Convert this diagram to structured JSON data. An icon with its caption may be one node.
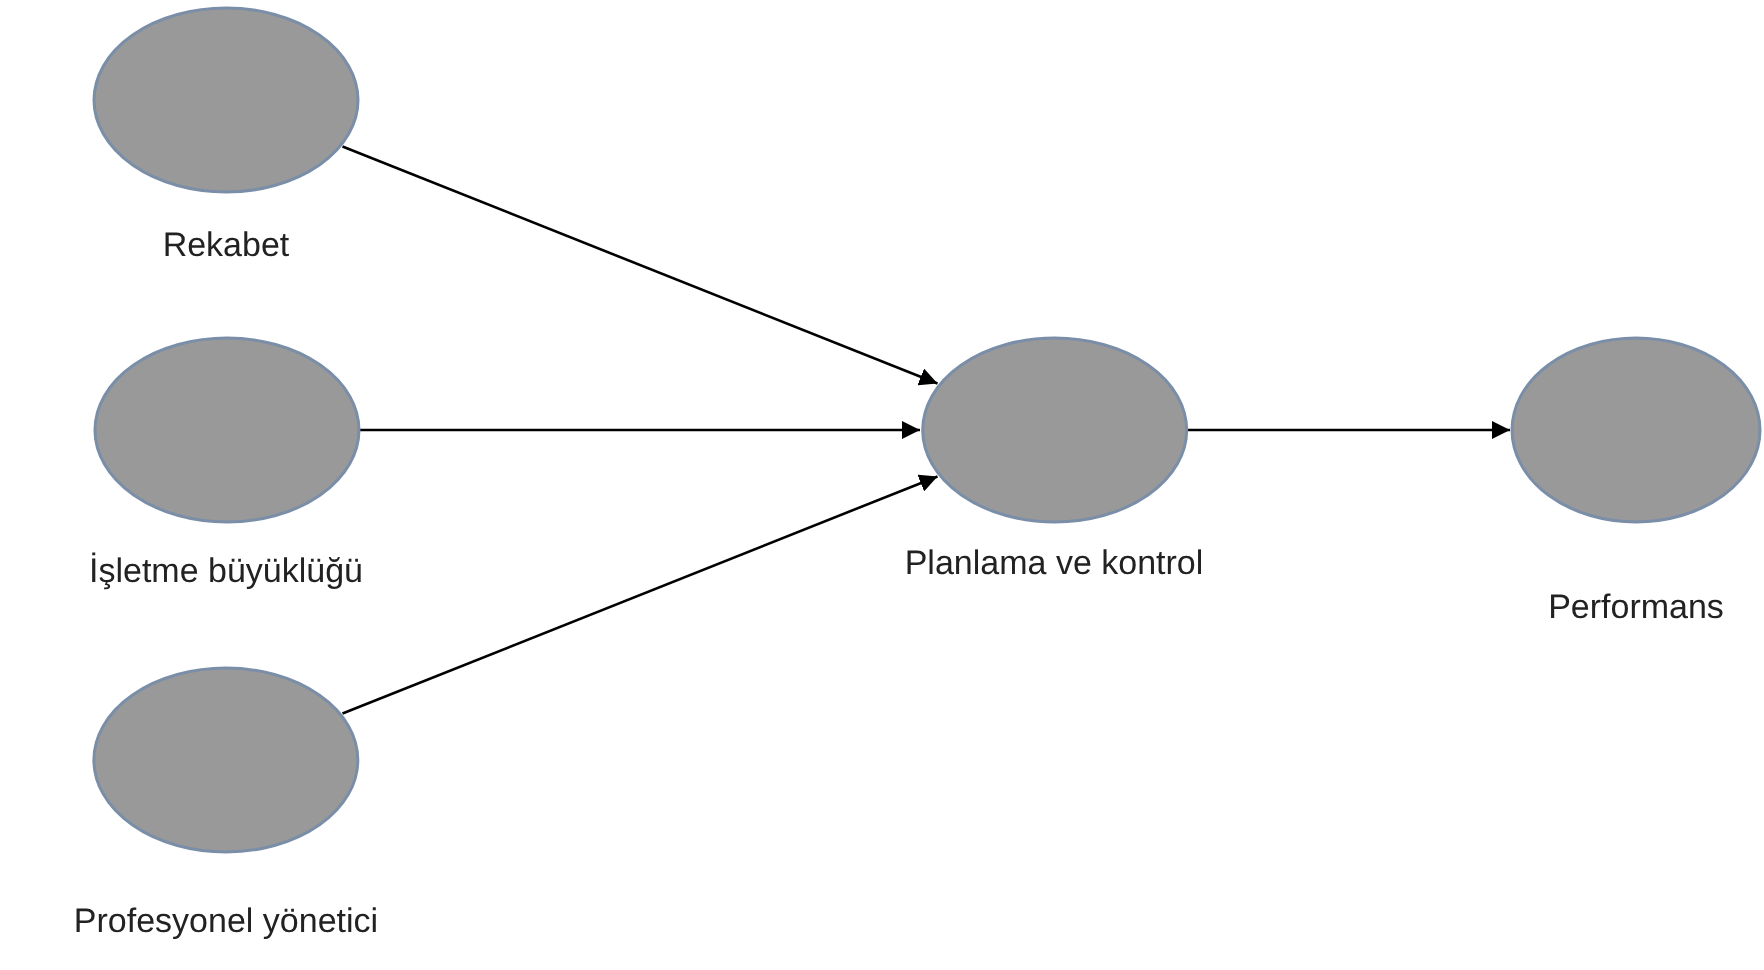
{
  "diagram": {
    "nodes": [
      {
        "text": [
          "Rekabet"
        ]
      },
      {
        "text": [
          "İşletme büyüklüğü"
        ]
      },
      {
        "text": [
          "Profesyonel yönetici"
        ]
      },
      {
        "text": [
          "Planlama ve kontrol"
        ]
      },
      {
        "text": [
          "Performans"
        ]
      }
    ],
    "edges": [
      {
        "from": 0,
        "to": 3,
        "arrow": "to"
      },
      {
        "from": 1,
        "to": 3,
        "arrow": "to"
      },
      {
        "from": 2,
        "to": 3,
        "arrow": "to"
      },
      {
        "from": 3,
        "to": 4,
        "arrow": "to"
      }
    ]
  }
}
